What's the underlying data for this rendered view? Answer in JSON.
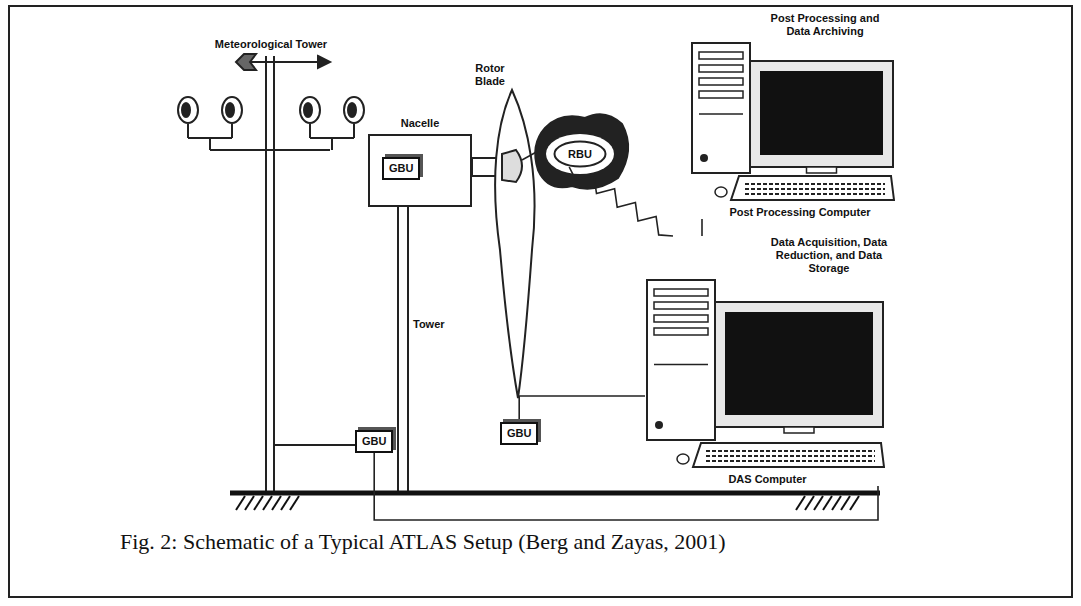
{
  "diagram": {
    "caption": "Fig. 2: Schematic of a Typical ATLAS Setup (Berg and Zayas, 2001)",
    "nodes": [
      {
        "text": [
          "Nacelle"
        ]
      },
      {
        "text": [
          "GBU"
        ],
        "in": 0
      },
      {
        "text": [
          "RBU"
        ]
      },
      {
        "text": [
          "Post Processing and Data Archiving",
          "Post Processing Computer"
        ]
      },
      {
        "text": [
          "GBU"
        ]
      },
      {
        "text": [
          "GBU"
        ]
      },
      {
        "text": [
          "Data Acquisition, Data Reduction, and Data Storage",
          "DAS Computer"
        ]
      }
    ],
    "edges": [
      {
        "from": 2,
        "to": 6,
        "arrow": "none"
      },
      {
        "from": 3,
        "to": 6,
        "arrow": "none"
      },
      {
        "from": 5,
        "to": 6,
        "arrow": "none"
      },
      {
        "from": 4,
        "to": 6,
        "arrow": "none"
      }
    ],
    "labels": [
      "Meteorological Tower",
      "Rotor Blade",
      "Tower"
    ]
  }
}
